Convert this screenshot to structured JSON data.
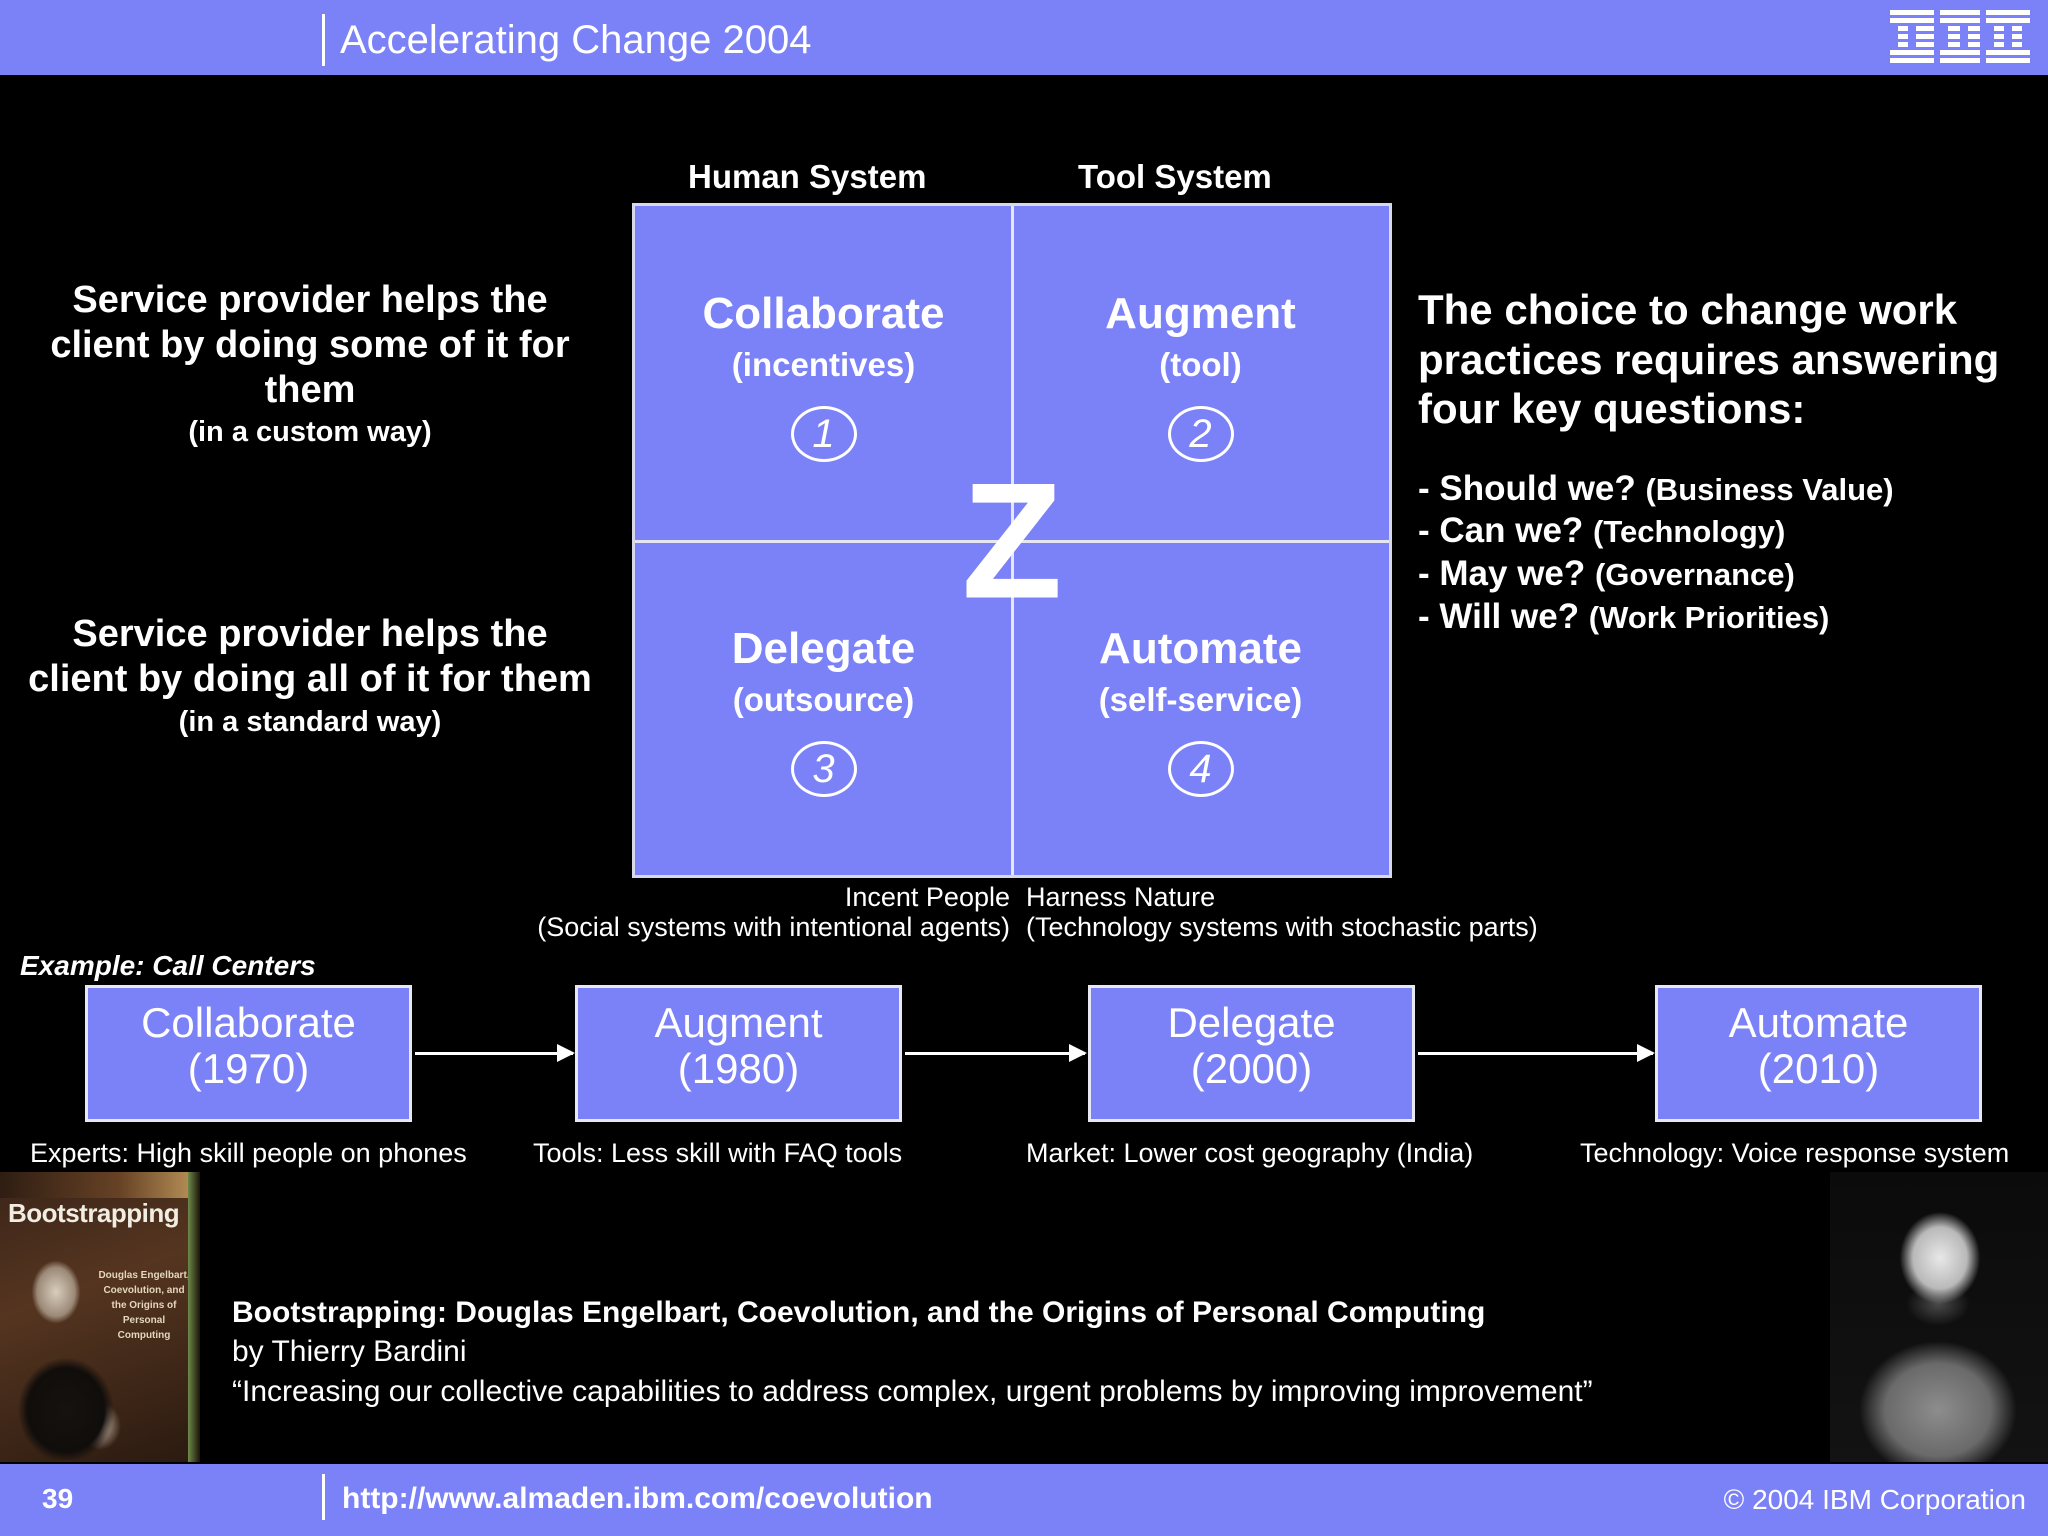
{
  "header": {
    "title": "Accelerating Change 2004",
    "logo_alt": "IBM"
  },
  "matrix": {
    "column_headers": {
      "human": "Human System",
      "tool": "Tool System"
    },
    "center_letter": "Z",
    "quadrants": [
      {
        "title": "Collaborate",
        "subtitle": "(incentives)",
        "number": "1"
      },
      {
        "title": "Augment",
        "subtitle": "(tool)",
        "number": "2"
      },
      {
        "title": "Delegate",
        "subtitle": "(outsource)",
        "number": "3"
      },
      {
        "title": "Automate",
        "subtitle": "(self-service)",
        "number": "4"
      }
    ],
    "captions": {
      "left_line1": "Incent People",
      "left_line2": "(Social systems with intentional agents)",
      "right_line1": "Harness Nature",
      "right_line2": "(Technology systems with stochastic parts)"
    }
  },
  "left_blocks": [
    {
      "main": "Service provider helps the client by doing some of it for them",
      "note": "(in a custom way)"
    },
    {
      "main": "Service provider helps the client by doing all of it for them",
      "note": "(in a standard way)"
    }
  ],
  "right_block": {
    "heading": "The choice to change work practices requires answering four key questions:",
    "questions": [
      {
        "prefix": "- Should we? ",
        "paren": "(Business Value)"
      },
      {
        "prefix": "- Can we? ",
        "paren": "(Technology)"
      },
      {
        "prefix": "- May we? ",
        "paren": "(Governance)"
      },
      {
        "prefix": "- Will we? ",
        "paren": "(Work Priorities)"
      }
    ]
  },
  "example": {
    "label": "Example: Call Centers",
    "steps": [
      {
        "title": "Collaborate",
        "year": "(1970)",
        "caption": "Experts: High skill people on phones"
      },
      {
        "title": "Augment",
        "year": "(1980)",
        "caption": "Tools: Less skill with FAQ tools"
      },
      {
        "title": "Delegate",
        "year": "(2000)",
        "caption": "Market: Lower cost geography (India)"
      },
      {
        "title": "Automate",
        "year": "(2010)",
        "caption": "Technology: Voice response system"
      }
    ]
  },
  "book": {
    "cover_title": "Bootstrapping",
    "cover_subtitle": "Douglas Engelbart, Coevolution, and the Origins of Personal Computing",
    "title_line": "Bootstrapping: Douglas Engelbart, Coevolution, and the Origins of Personal Computing",
    "author_line": "by Thierry Bardini",
    "quote_line": "“Increasing our collective capabilities to address complex, urgent problems by improving improvement”"
  },
  "footer": {
    "page_number": "39",
    "url": "http://www.almaden.ibm.com/coevolution",
    "copyright": "© 2004 IBM Corporation"
  },
  "colors": {
    "brand_blue": "#7b81f7",
    "background": "#000000",
    "text": "#ffffff"
  }
}
